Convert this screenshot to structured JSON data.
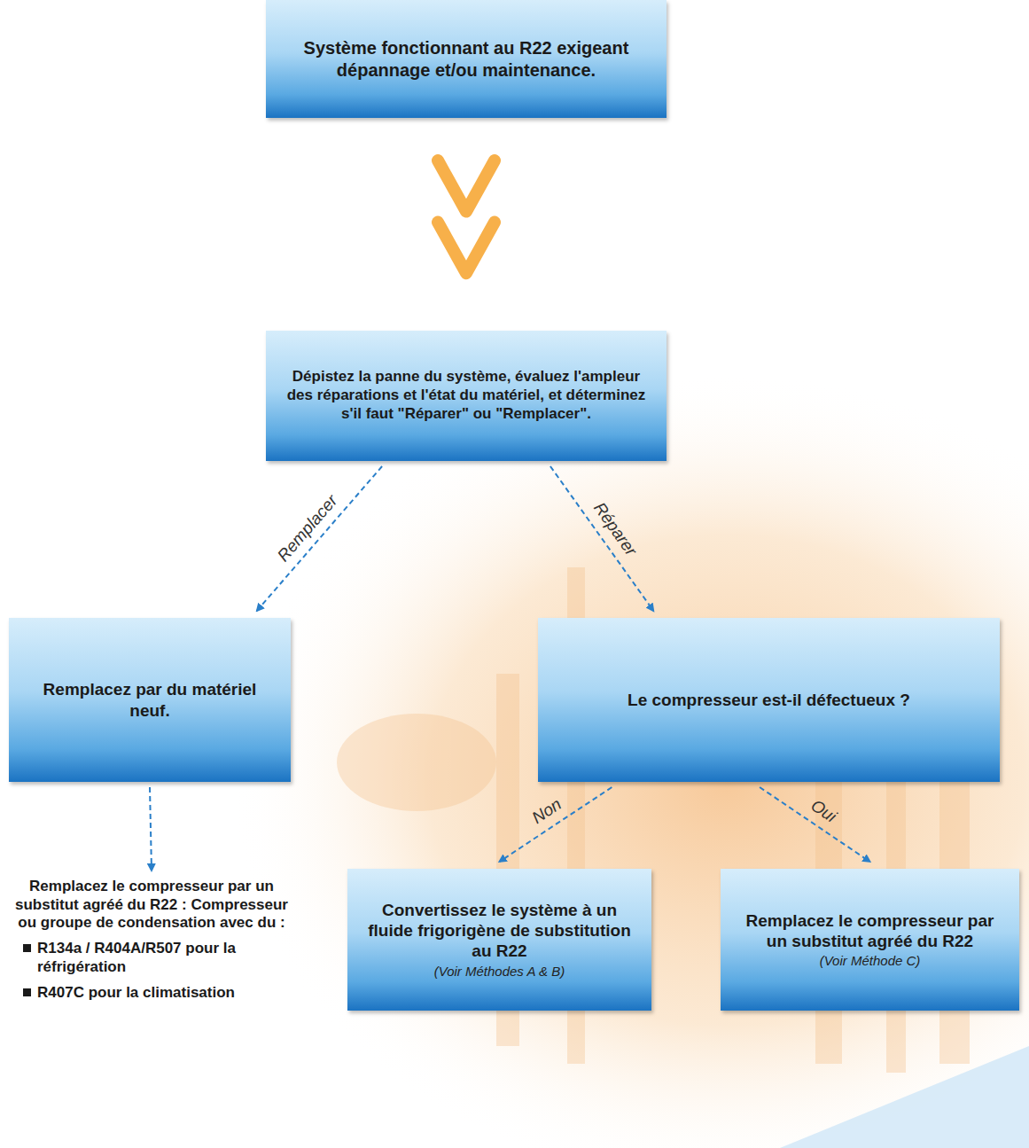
{
  "diagram": {
    "nodes": [
      {
        "text": [
          "Système fonctionnant au R22 exigeant dépannage et/ou maintenance."
        ]
      },
      {
        "text": [
          "Dépistez la panne du système, évaluez l'ampleur des réparations et l'état du matériel, et déterminez s'il faut \"Réparer\" ou \"Remplacer\"."
        ]
      },
      {
        "text": [
          "Remplacez par du matériel neuf."
        ]
      },
      {
        "text": [
          "Le compresseur est-il défectueux ?"
        ]
      },
      {
        "text": [
          "Remplacez le compresseur par un substitut agréé du R22 : Compresseur ou groupe de condensation avec du :",
          "R134a / R404A/R507 pour la réfrigération",
          "R407C pour la climatisation"
        ]
      },
      {
        "text": [
          "Convertissez le système à un fluide frigorigène de substitution au R22",
          "(Voir Méthodes A & B)"
        ]
      },
      {
        "text": [
          "Remplacez le compresseur par un substitut agréé du R22",
          "(Voir Méthode C)"
        ]
      }
    ],
    "edges": [
      {
        "from": 0,
        "to": 1,
        "arrow": "to"
      },
      {
        "from": 1,
        "to": 2,
        "label": "Remplacer",
        "arrow": "to"
      },
      {
        "from": 1,
        "to": 3,
        "label": "Réparer",
        "arrow": "to"
      },
      {
        "from": 2,
        "to": 4,
        "arrow": "to"
      },
      {
        "from": 3,
        "to": 5,
        "label": "Non",
        "arrow": "to"
      },
      {
        "from": 3,
        "to": 6,
        "label": "Oui",
        "arrow": "to"
      }
    ]
  }
}
